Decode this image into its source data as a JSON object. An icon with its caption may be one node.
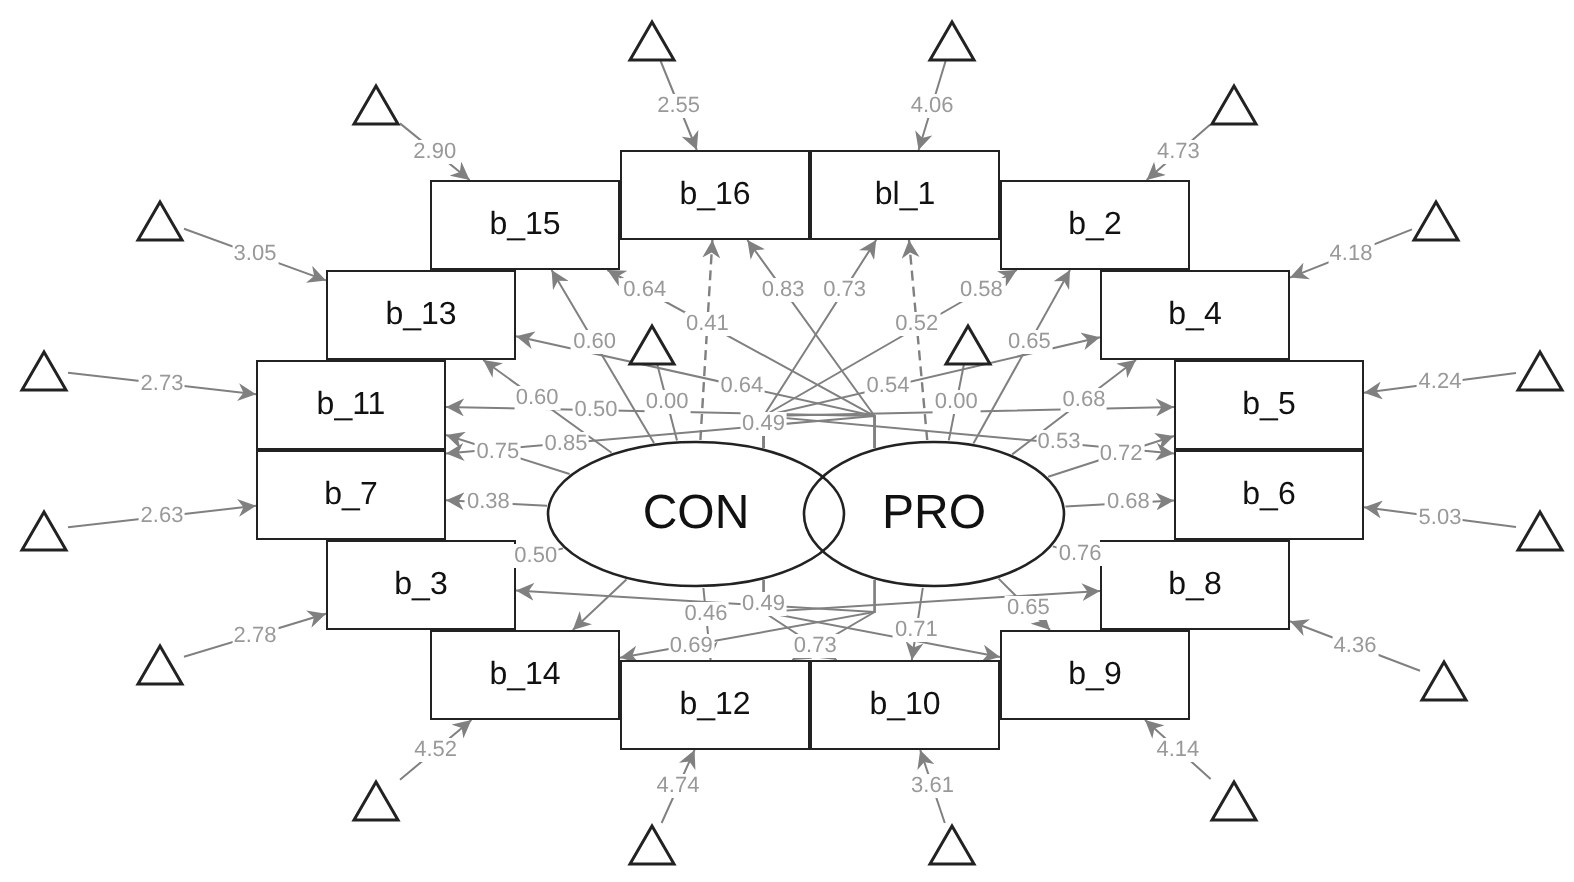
{
  "diagram": {
    "nodes": [
      {
        "text": [
          "b_16"
        ]
      },
      {
        "text": [
          "bl_1"
        ]
      },
      {
        "text": [
          "b_15"
        ]
      },
      {
        "text": [
          "b_2"
        ]
      },
      {
        "text": [
          "b_13"
        ]
      },
      {
        "text": [
          "b_4"
        ]
      },
      {
        "text": [
          "b_11"
        ]
      },
      {
        "text": [
          "b_5"
        ]
      },
      {
        "text": [
          "b_7"
        ]
      },
      {
        "text": [
          "b_6"
        ]
      },
      {
        "text": [
          "b_3"
        ]
      },
      {
        "text": [
          "b_8"
        ]
      },
      {
        "text": [
          "b_14"
        ]
      },
      {
        "text": [
          "b_9"
        ]
      },
      {
        "text": [
          "b_12"
        ]
      },
      {
        "text": [
          "b_10"
        ]
      },
      {
        "text": [
          "CON"
        ]
      },
      {
        "text": [
          "PRO"
        ]
      },
      {
        "text": [],
        "shape": "triangle"
      },
      {
        "text": [],
        "shape": "triangle"
      },
      {
        "text": [],
        "shape": "triangle"
      },
      {
        "text": [],
        "shape": "triangle"
      },
      {
        "text": [],
        "shape": "triangle"
      },
      {
        "text": [],
        "shape": "triangle"
      },
      {
        "text": [],
        "shape": "triangle"
      },
      {
        "text": [],
        "shape": "triangle"
      },
      {
        "text": [],
        "shape": "triangle"
      },
      {
        "text": [],
        "shape": "triangle"
      },
      {
        "text": [],
        "shape": "triangle"
      },
      {
        "text": [],
        "shape": "triangle"
      },
      {
        "text": [],
        "shape": "triangle"
      },
      {
        "text": [],
        "shape": "triangle"
      },
      {
        "text": [],
        "shape": "triangle"
      },
      {
        "text": [],
        "shape": "triangle"
      },
      {
        "text": [],
        "shape": "triangle"
      },
      {
        "text": [],
        "shape": "triangle"
      }
    ],
    "edges": [
      {
        "from": 18,
        "to": 0,
        "arrow": "to",
        "label": "2.55"
      },
      {
        "from": 19,
        "to": 1,
        "arrow": "to",
        "label": "4.06"
      },
      {
        "from": 20,
        "to": 2,
        "arrow": "to",
        "label": "2.90"
      },
      {
        "from": 21,
        "to": 3,
        "arrow": "to",
        "label": "4.73"
      },
      {
        "from": 22,
        "to": 4,
        "arrow": "to",
        "label": "3.05"
      },
      {
        "from": 23,
        "to": 5,
        "arrow": "to",
        "label": "4.18"
      },
      {
        "from": 24,
        "to": 6,
        "arrow": "to",
        "label": "2.73"
      },
      {
        "from": 25,
        "to": 7,
        "arrow": "to",
        "label": "4.24"
      },
      {
        "from": 26,
        "to": 8,
        "arrow": "to",
        "label": "2.63"
      },
      {
        "from": 27,
        "to": 9,
        "arrow": "to",
        "label": "5.03"
      },
      {
        "from": 28,
        "to": 10,
        "arrow": "to",
        "label": "2.78"
      },
      {
        "from": 29,
        "to": 11,
        "arrow": "to",
        "label": "4.36"
      },
      {
        "from": 30,
        "to": 12,
        "arrow": "to",
        "label": "4.52"
      },
      {
        "from": 31,
        "to": 13,
        "arrow": "to",
        "label": "4.14"
      },
      {
        "from": 32,
        "to": 14,
        "arrow": "to",
        "label": "4.74"
      },
      {
        "from": 33,
        "to": 15,
        "arrow": "to",
        "label": "3.61"
      },
      {
        "from": 34,
        "to": 16,
        "arrow": "none",
        "label": "0.00"
      },
      {
        "from": 35,
        "to": 17,
        "arrow": "none",
        "label": "0.00"
      },
      {
        "from": 16,
        "to": 0,
        "arrow": "to",
        "label": "0.41",
        "style": "dashed"
      },
      {
        "from": 17,
        "to": 0,
        "arrow": "to",
        "label": "0.83"
      },
      {
        "from": 16,
        "to": 1,
        "arrow": "to",
        "label": "0.73"
      },
      {
        "from": 17,
        "to": 1,
        "arrow": "to",
        "label": "0.52",
        "style": "dashed"
      },
      {
        "from": 16,
        "to": 2,
        "arrow": "to",
        "label": "0.60"
      },
      {
        "from": 17,
        "to": 2,
        "arrow": "to",
        "label": "0.64"
      },
      {
        "from": 16,
        "to": 3,
        "arrow": "to",
        "label": "0.58"
      },
      {
        "from": 17,
        "to": 3,
        "arrow": "to",
        "label": "0.65"
      },
      {
        "from": 16,
        "to": 4,
        "arrow": "to",
        "label": "0.60"
      },
      {
        "from": 17,
        "to": 4,
        "arrow": "to",
        "label": "0.64"
      },
      {
        "from": 16,
        "to": 5,
        "arrow": "to",
        "label": "0.54"
      },
      {
        "from": 17,
        "to": 5,
        "arrow": "to",
        "label": "0.68"
      },
      {
        "from": 16,
        "to": 6,
        "arrow": "to",
        "label": "0.75"
      },
      {
        "from": 17,
        "to": 6,
        "arrow": "to",
        "label": "0.50"
      },
      {
        "from": 16,
        "to": 7,
        "arrow": "to",
        "label": "0.49"
      },
      {
        "from": 17,
        "to": 7,
        "arrow": "to",
        "label": "0.72"
      },
      {
        "from": 16,
        "to": 8,
        "arrow": "to",
        "label": "0.38"
      },
      {
        "from": 17,
        "to": 8,
        "arrow": "to",
        "label": "0.85"
      },
      {
        "from": 16,
        "to": 9,
        "arrow": "to",
        "label": "0.53"
      },
      {
        "from": 17,
        "to": 9,
        "arrow": "to",
        "label": "0.68"
      },
      {
        "from": 16,
        "to": 10,
        "arrow": "to",
        "label": "0.50"
      },
      {
        "from": 17,
        "to": 10,
        "arrow": "to"
      },
      {
        "from": 16,
        "to": 11,
        "arrow": "to"
      },
      {
        "from": 17,
        "to": 11,
        "arrow": "to",
        "label": "0.76"
      },
      {
        "from": 16,
        "to": 12,
        "arrow": "to"
      },
      {
        "from": 17,
        "to": 12,
        "arrow": "to",
        "label": "0.69"
      },
      {
        "from": 16,
        "to": 13,
        "arrow": "to"
      },
      {
        "from": 17,
        "to": 13,
        "arrow": "to",
        "label": "0.65"
      },
      {
        "from": 16,
        "to": 14,
        "arrow": "to",
        "label": "0.46"
      },
      {
        "from": 17,
        "to": 14,
        "arrow": "to",
        "label": "0.73"
      },
      {
        "from": 16,
        "to": 15,
        "arrow": "to",
        "label": "0.49"
      },
      {
        "from": 17,
        "to": 15,
        "arrow": "to",
        "label": "0.71"
      }
    ]
  }
}
